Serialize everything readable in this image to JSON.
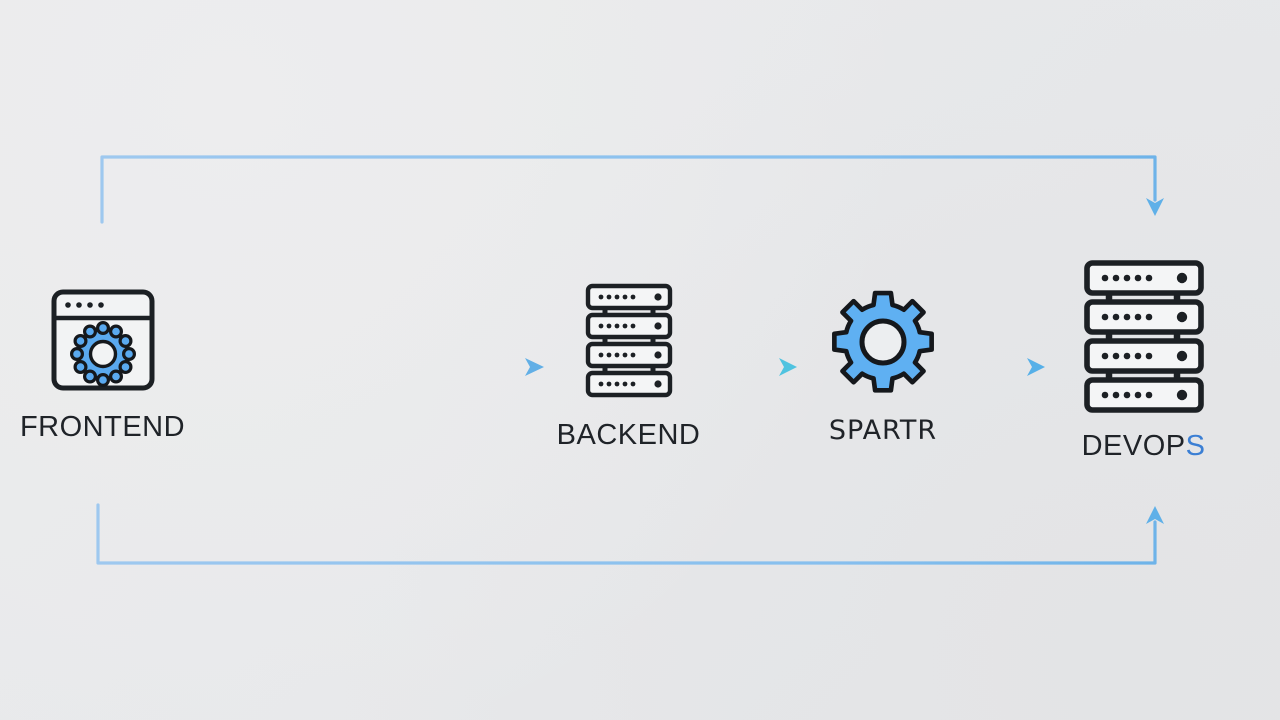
{
  "diagram": {
    "type": "pipeline-flow",
    "title": "",
    "background_color": "#e9eaec",
    "accent_color": "#7ab8ea",
    "line_color": "#1c2024",
    "icon_fill_color": "#55aaf5",
    "nodes": [
      {
        "id": "frontend",
        "label": "FRONTEND",
        "icon": "browser-window-gear-icon",
        "label_accent": ""
      },
      {
        "id": "backend",
        "label": "BACKEND",
        "icon": "server-stack-icon",
        "label_accent": ""
      },
      {
        "id": "spartr",
        "label": "SPARTR",
        "icon": "gear-icon",
        "label_accent": ""
      },
      {
        "id": "devops",
        "label": "DEVOP",
        "icon": "server-rack-icon",
        "label_accent": "S"
      }
    ],
    "connectors": [
      {
        "id": "frontend-to-backend",
        "from": "frontend",
        "to": "backend",
        "style": "arrow-right"
      },
      {
        "id": "backend-to-spartr",
        "from": "backend",
        "to": "spartr",
        "style": "arrow-right"
      },
      {
        "id": "spartr-to-devops",
        "from": "spartr",
        "to": "devops",
        "style": "arrow-right"
      },
      {
        "id": "frontend-to-devops-top",
        "from": "frontend",
        "to": "devops",
        "style": "loop-top-arrow-down"
      },
      {
        "id": "frontend-to-devops-bottom",
        "from": "frontend",
        "to": "devops",
        "style": "loop-bottom-arrow-up"
      }
    ]
  }
}
